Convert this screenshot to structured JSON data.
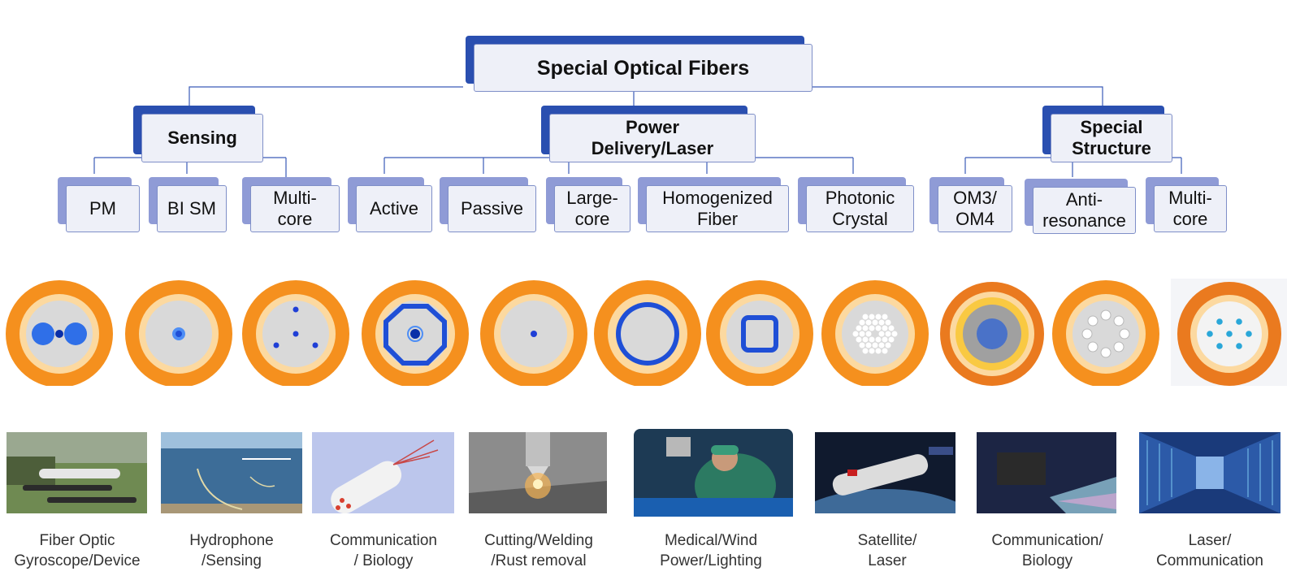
{
  "tree": {
    "root": {
      "label": "Special Optical Fibers"
    },
    "groups": [
      {
        "label": "Sensing",
        "children": [
          "PM",
          "BI SM",
          "Multi-\ncore"
        ]
      },
      {
        "label": "Power\nDelivery/Laser",
        "children": [
          "Active",
          "Passive",
          "Large-\ncore",
          "Homogenized\nFiber",
          "Photonic\nCrystal"
        ]
      },
      {
        "label": "Special\nStructure",
        "children": [
          "OM3/\nOM4",
          "Anti-\nresonance",
          "Multi-\ncore"
        ]
      }
    ]
  },
  "colors": {
    "connector": "#3a5bb8",
    "cladding_outer": "#f5901e",
    "cladding_inner": "#fcd9a0",
    "core_region": "#d9d9d9",
    "core": "#1f4fd6",
    "om_outer": "#ea7a1f",
    "om_yellow": "#f9c942",
    "om_gray": "#a0a0a0",
    "om_core": "#4a72c8",
    "multicore_dots": "#2aa7d8"
  },
  "fiber_cross_sections": [
    {
      "name": "pm-fiber"
    },
    {
      "name": "bi-sm-fiber"
    },
    {
      "name": "sensing-multicore-fiber"
    },
    {
      "name": "active-fiber"
    },
    {
      "name": "passive-fiber"
    },
    {
      "name": "large-core-fiber"
    },
    {
      "name": "homogenized-fiber"
    },
    {
      "name": "photonic-crystal-fiber"
    },
    {
      "name": "om3-om4-fiber"
    },
    {
      "name": "anti-resonance-fiber"
    },
    {
      "name": "structure-multicore-fiber"
    }
  ],
  "applications": [
    {
      "label": "Fiber Optic\nGyroscope/Device",
      "photo": "gyroscope-device-photo"
    },
    {
      "label": "Hydrophone\n/Sensing",
      "photo": "hydrophone-photo"
    },
    {
      "label": "Communication\n/ Biology",
      "photo": "biology-diagram-photo"
    },
    {
      "label": "Cutting/Welding\n/Rust removal",
      "photo": "laser-cutting-photo"
    },
    {
      "label": "Medical/Wind\nPower/Lighting",
      "photo": "surgeon-photo"
    },
    {
      "label": "Satellite/\nLaser",
      "photo": "satellite-photo"
    },
    {
      "label": "Communication/\nBiology",
      "photo": "laser-device-photo"
    },
    {
      "label": "Laser/\nCommunication",
      "photo": "data-center-photo"
    }
  ]
}
